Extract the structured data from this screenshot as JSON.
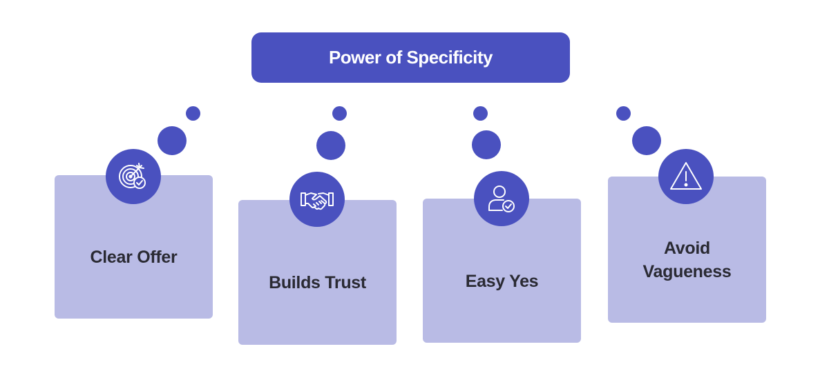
{
  "title": "Power of Specificity",
  "colors": {
    "primary": "#4a51bf",
    "card": "#b9bbe5",
    "text": "#2a2a33"
  },
  "items": [
    {
      "label": "Clear Offer",
      "icon": "target-check-icon"
    },
    {
      "label": "Builds Trust",
      "icon": "handshake-icon"
    },
    {
      "label": "Easy Yes",
      "icon": "user-check-icon"
    },
    {
      "label_lines": [
        "Avoid",
        "Vagueness"
      ],
      "icon": "warning-icon"
    }
  ]
}
